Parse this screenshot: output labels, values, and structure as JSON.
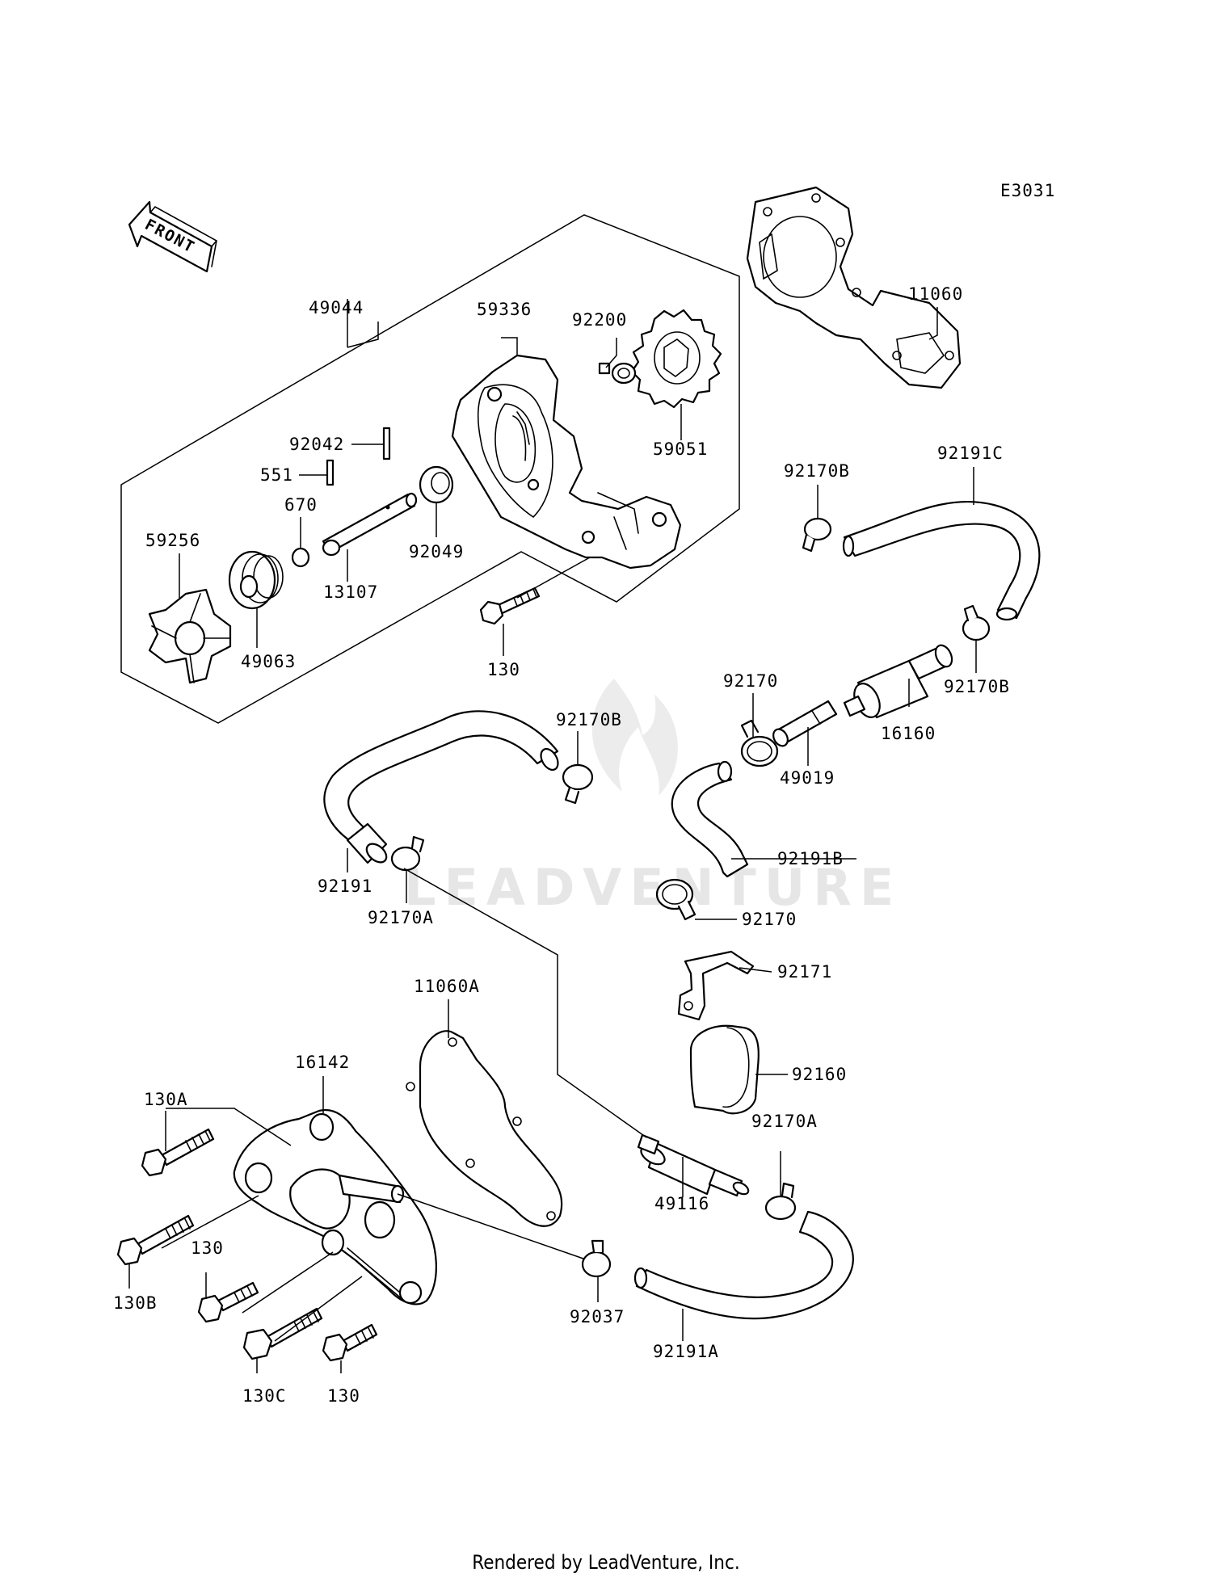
{
  "diagram_code": "E3031",
  "front_arrow": "FRONT",
  "watermark": "LEADVENTURE",
  "footer": "Rendered by LeadVenture, Inc.",
  "labels": {
    "p49044": "49044",
    "p59336": "59336",
    "p92200": "92200",
    "p59051": "59051",
    "p11060": "11060",
    "p92042": "92042",
    "p551": "551",
    "p670": "670",
    "p92049": "92049",
    "p13107": "13107",
    "p59256": "59256",
    "p49063": "49063",
    "p130_top": "130",
    "p92170B_top": "92170B",
    "p92191C": "92191C",
    "p92170B_right": "92170B",
    "p92170_a": "92170",
    "p16160": "16160",
    "p49019": "49019",
    "p92170B_mid": "92170B",
    "p92191B": "92191B",
    "p92191": "92191",
    "p92170A_mid": "92170A",
    "p92170_b": "92170",
    "p92171": "92171",
    "p11060A": "11060A",
    "p16142": "16142",
    "p92160": "92160",
    "p130A": "130A",
    "p92170A_low": "92170A",
    "p49116": "49116",
    "p130_mid": "130",
    "p130B": "130B",
    "p92037": "92037",
    "p92191A": "92191A",
    "p130C": "130C",
    "p130_low": "130"
  }
}
